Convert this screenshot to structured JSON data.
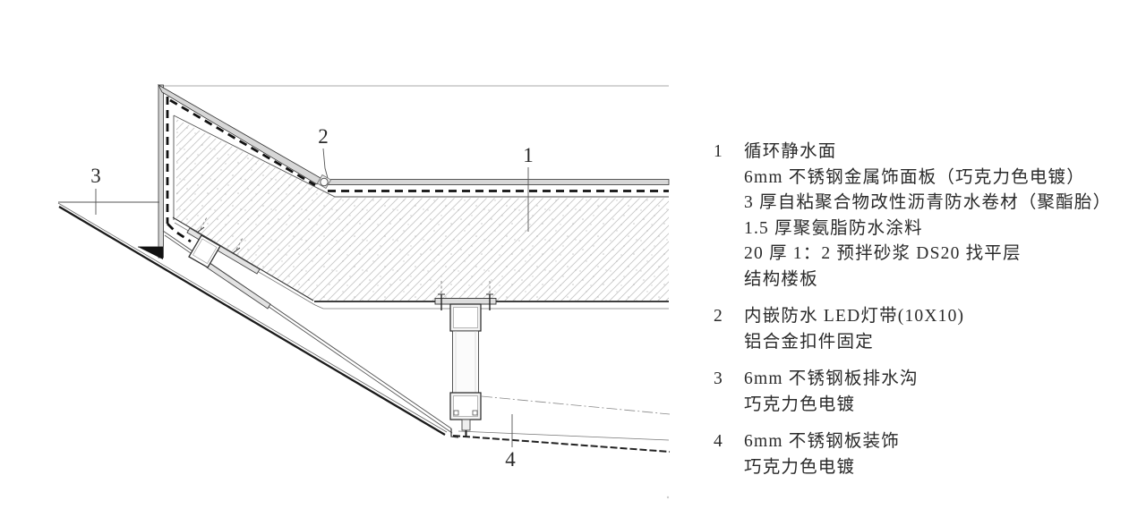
{
  "drawing": {
    "callouts": [
      {
        "label": "1"
      },
      {
        "label": "2"
      },
      {
        "label": "3"
      },
      {
        "label": "4"
      }
    ]
  },
  "legend": {
    "items": [
      {
        "num": "1",
        "lines": [
          "循环静水面",
          "6mm 不锈钢金属饰面板（巧克力色电镀）",
          "3 厚自粘聚合物改性沥青防水卷材（聚酯胎）",
          "1.5 厚聚氨脂防水涂料",
          "20 厚 1：2 预拌砂浆 DS20 找平层",
          "结构楼板"
        ]
      },
      {
        "num": "2",
        "lines": [
          "内嵌防水 LED灯带(10X10)",
          "铝合金扣件固定"
        ]
      },
      {
        "num": "3",
        "lines": [
          "6mm 不锈钢板排水沟",
          "巧克力色电镀"
        ]
      },
      {
        "num": "4",
        "lines": [
          "6mm 不锈钢板装饰",
          "巧克力色电镀"
        ]
      }
    ]
  },
  "colors": {
    "line": "#333333",
    "thick_line": "#1a1a1a",
    "aux_line": "#777777",
    "hatch": "#c7c7c7",
    "steel_band": "#d7d7d7",
    "text": "#2a2a2a",
    "background": "#ffffff"
  }
}
